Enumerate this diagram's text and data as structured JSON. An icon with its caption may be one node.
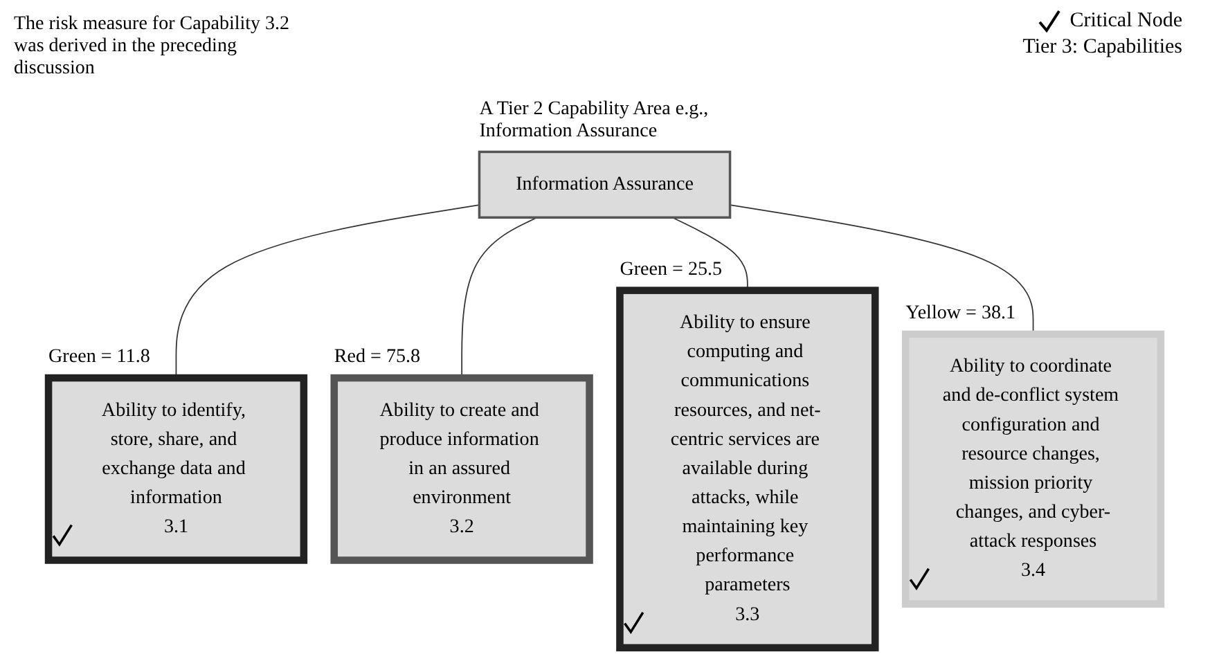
{
  "diagram": {
    "nodes": [
      {
        "text": [
          "Information Assurance"
        ],
        "beside": [
          "A Tier 2 Capability Area e.g., Information Assurance"
        ]
      },
      {
        "text": [
          "Ability to identify, store, share, and exchange data and information",
          "3.1"
        ],
        "beside": [
          "Green = 11.8"
        ]
      },
      {
        "text": [
          "Ability to create and produce information in an assured environment",
          "3.2"
        ],
        "beside": [
          "Red = 75.8"
        ]
      },
      {
        "text": [
          "Ability to ensure computing and communications resources, and net-centric services are available during attacks, while maintaining key performance parameters",
          "3.3"
        ],
        "beside": [
          "Green = 25.5"
        ]
      },
      {
        "text": [
          "Ability to coordinate and de-conflict system configuration and resource changes, mission priority changes, and cyber-attack responses",
          "3.4"
        ],
        "beside": [
          "Yellow = 38.1"
        ]
      }
    ],
    "edges": [
      {
        "from": 0,
        "to": 1,
        "arrow": "none"
      },
      {
        "from": 0,
        "to": 2,
        "arrow": "none"
      },
      {
        "from": 0,
        "to": 3,
        "arrow": "none"
      },
      {
        "from": 0,
        "to": 4,
        "arrow": "none"
      }
    ],
    "labels": [
      "Tier 3: Capabilities",
      "The risk measure for Capability 3.2 was derived in the preceding discussion"
    ],
    "legend": [
      {
        "text": "Critical Node"
      }
    ]
  }
}
